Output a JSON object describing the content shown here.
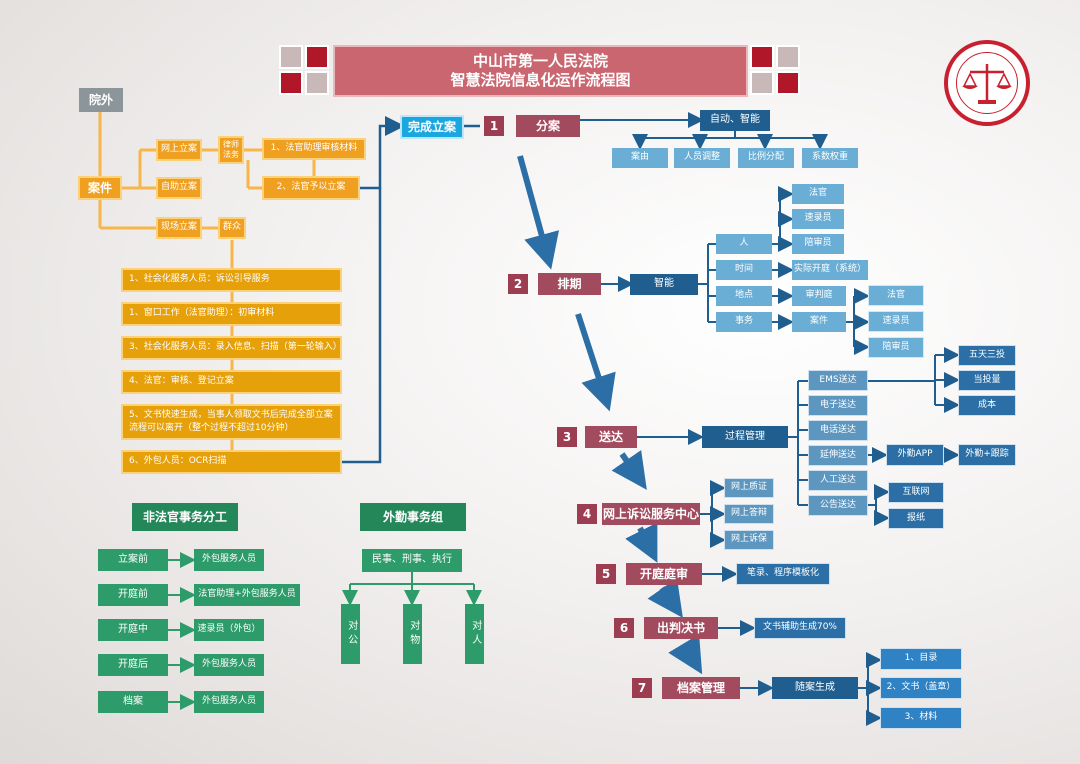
{
  "title": {
    "line1": "中山市第一人民法院",
    "line2": "智慧法院信息化运作流程图"
  },
  "seal": {
    "label": "court seal"
  },
  "colors": {
    "wine": "#a24a5e",
    "navy": "#1f5e8f",
    "orange": "#f0a020",
    "green": "#2d9b6a",
    "cyan": "#1aa7e0"
  },
  "intake": {
    "outside": "院外",
    "case": "案件",
    "online": "网上立案",
    "self": "自助立案",
    "onsite": "现场立案",
    "lawyer": "律师\n法务",
    "public": "群众",
    "review": "1、法官助理审核材料",
    "accept": "2、法官予以立案",
    "steps": [
      "1、社会化服务人员：诉讼引导服务",
      "1、窗口工作（法官助理）：初审材料",
      "3、社会化服务人员：录入信息、扫描（第一轮输入）",
      "4、法官：审核、登记立案",
      "5、文书快速生成，当事人领取文书后完成全部立案流程可以离开（整个过程不超过10分钟）",
      "6、外包人员：OCR扫描"
    ]
  },
  "complete": "完成立案",
  "stages": [
    {
      "num": "1",
      "label": "分案"
    },
    {
      "num": "2",
      "label": "排期"
    },
    {
      "num": "3",
      "label": "送达"
    },
    {
      "num": "4",
      "label": "网上诉讼服务中心"
    },
    {
      "num": "5",
      "label": "开庭庭审"
    },
    {
      "num": "6",
      "label": "出判决书"
    },
    {
      "num": "7",
      "label": "档案管理"
    }
  ],
  "assign": {
    "auto": "自动、智能",
    "items": [
      "案由",
      "人员调整",
      "比例分配",
      "系数权重"
    ]
  },
  "schedule": {
    "smart": "智能",
    "dims": [
      "人",
      "时间",
      "地点",
      "事务"
    ],
    "people": [
      "法官",
      "速录员",
      "陪审员"
    ],
    "time": "实际开庭（系统）",
    "place": "审判庭",
    "affair": "案件",
    "affair_people": [
      "法官",
      "速录员",
      "陪审员"
    ]
  },
  "delivery": {
    "process": "过程管理",
    "methods": [
      "EMS送达",
      "电子送达",
      "电话送达",
      "延伸送达",
      "人工送达",
      "公告送达"
    ],
    "ems": [
      "五天三投",
      "当投量",
      "成本"
    ],
    "ext_app": "外勤APP",
    "ext_result": "外勤+跟踪",
    "notice": [
      "互联网",
      "报纸"
    ]
  },
  "online_center": [
    "网上质证",
    "网上答辩",
    "网上诉保"
  ],
  "trial": "笔录、程序模板化",
  "judgment": "文书辅助生成70%",
  "archive": {
    "gen": "随案生成",
    "items": [
      "1、目录",
      "2、文书（盖章）",
      "3、材料"
    ]
  },
  "nonjudge": {
    "title": "非法官事务分工",
    "rows": [
      {
        "stage": "立案前",
        "who": "外包服务人员"
      },
      {
        "stage": "开庭前",
        "who": "法官助理+外包服务人员"
      },
      {
        "stage": "开庭中",
        "who": "速录员（外包）"
      },
      {
        "stage": "开庭后",
        "who": "外包服务人员"
      },
      {
        "stage": "档案",
        "who": "外包服务人员"
      }
    ]
  },
  "field": {
    "title": "外勤事务组",
    "scope": "民事、刑事、执行",
    "targets": [
      "对公",
      "对物",
      "对人"
    ]
  }
}
